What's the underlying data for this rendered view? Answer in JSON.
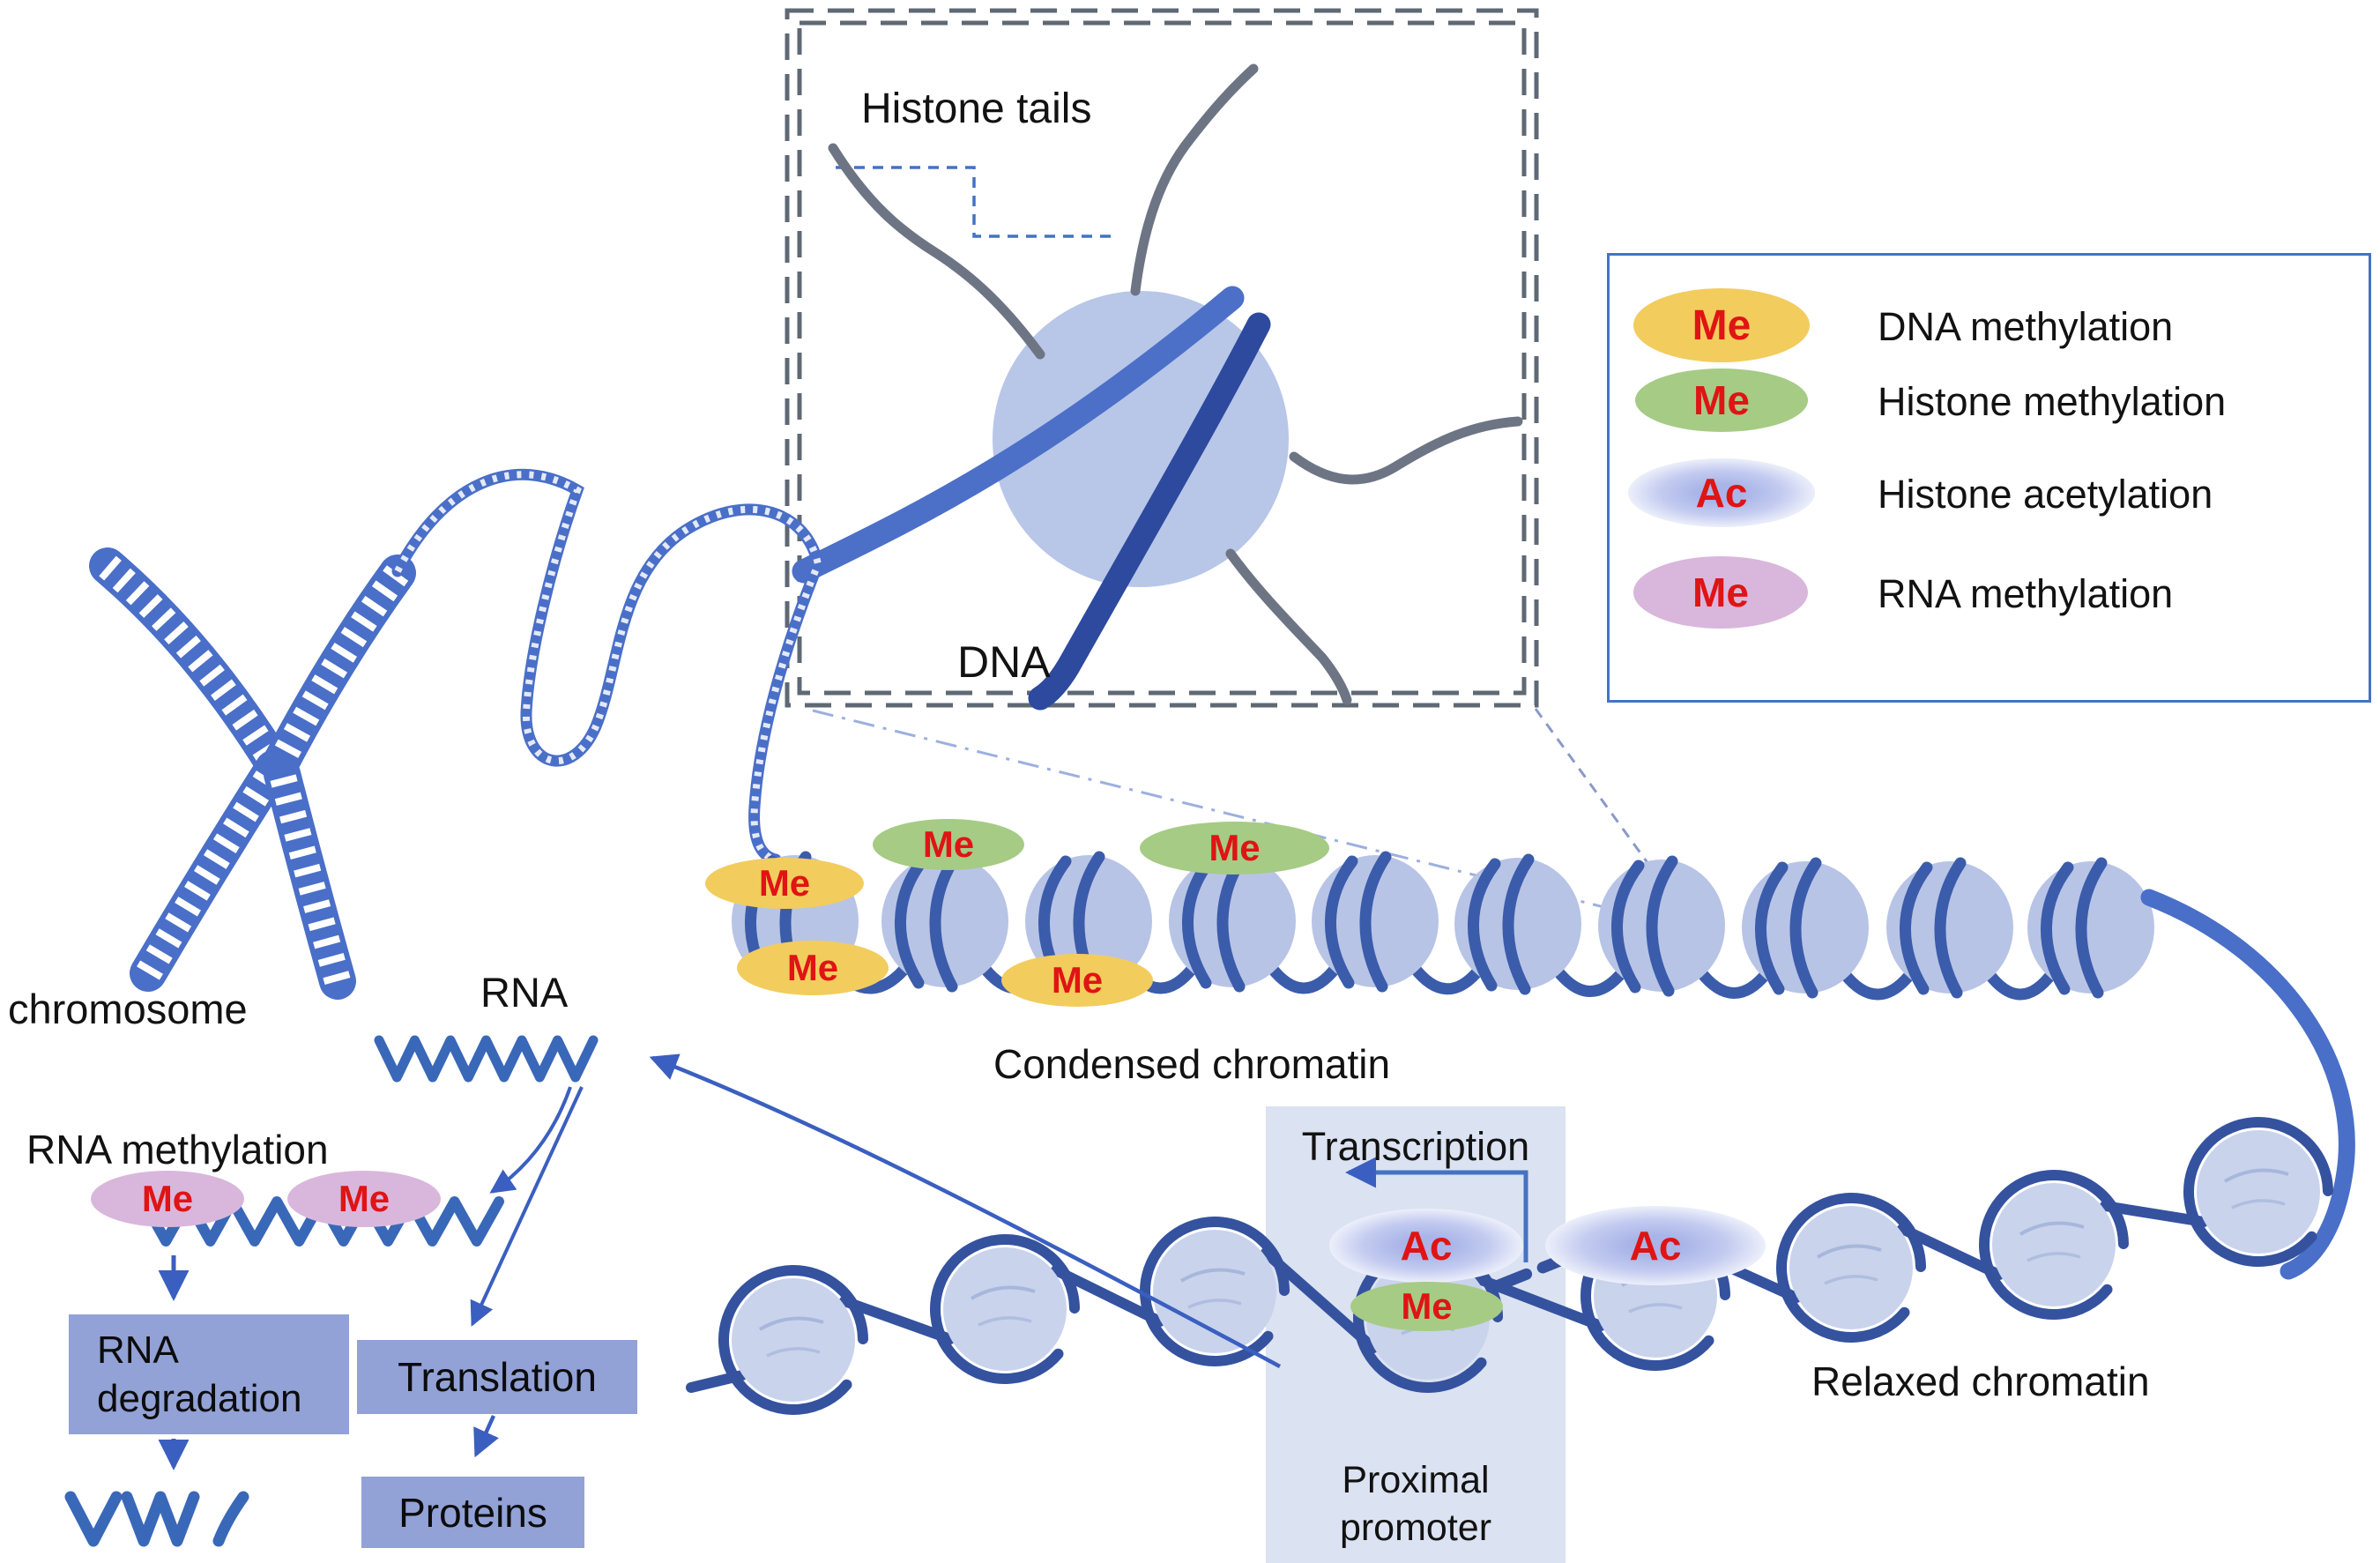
{
  "figure": {
    "type": "diagram",
    "topic": "Epigenetic regulation of chromatin, transcription and RNA"
  },
  "inset": {
    "histone_tails": "Histone tails",
    "dna": "DNA"
  },
  "legend": {
    "items": [
      {
        "badge": "Me",
        "label": "DNA methylation",
        "type": "dna-methylation",
        "color": "#f2cc5d"
      },
      {
        "badge": "Me",
        "label": "Histone methylation",
        "type": "histone-methylation",
        "color": "#a6cb85"
      },
      {
        "badge": "Ac",
        "label": "Histone acetylation",
        "type": "histone-acetylation",
        "color": "#a9b5e8"
      },
      {
        "badge": "Me",
        "label": "RNA  methylation",
        "type": "rna-methylation",
        "color": "#d9b7dc"
      }
    ]
  },
  "labels": {
    "chromosome": "chromosome",
    "rna": "RNA",
    "condensed_chromatin": "Condensed chromatin",
    "relaxed_chromatin": "Relaxed chromatin",
    "transcription": "Transcription",
    "proximal_promoter": "Proximal promoter",
    "rna_methylation": "RNA methylation"
  },
  "boxes": {
    "rna_degradation": "RNA degradation",
    "translation": "Translation",
    "proteins": "Proteins"
  },
  "markers": {
    "me": "Me",
    "ac": "Ac"
  },
  "colors": {
    "marker_text_red": "#e01414",
    "dna_methylation_yellow": "#f2cc5d",
    "histone_methylation_green": "#a6cb85",
    "histone_acetylation_lavender": "#a9b5e8",
    "rna_methylation_pink": "#d9b7dc",
    "nucleosome_fill": "#b8c4e6",
    "relaxed_nucleosome_fill": "#c9d3ec",
    "dna_strand_dark": "#3b5caa",
    "chromatin_fiber_blue": "#4a6fc8",
    "arrow_blue": "#3a5fc0",
    "process_box_blue": "#92a2d6",
    "promoter_region_bg": "#dbe2f1",
    "legend_border": "#4373c5",
    "histone_tail_gray": "#6d7585",
    "inset_border_gray": "#5f6974"
  }
}
